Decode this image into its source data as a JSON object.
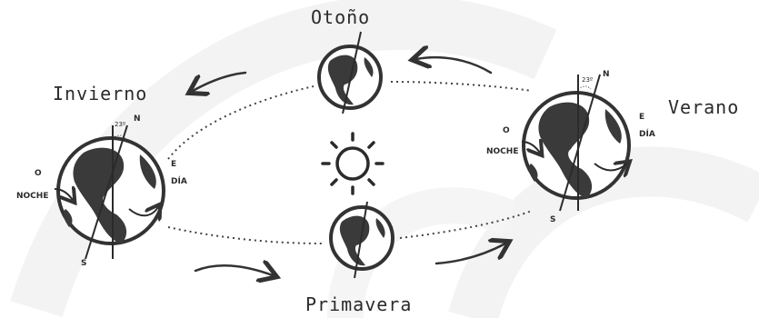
{
  "seasons": {
    "autumn": "Otoño",
    "winter": "Invierno",
    "summer": "Verano",
    "spring": "Primavera"
  },
  "winter_globe": {
    "night_letter": "O",
    "night_word": "NOCHE",
    "day_letter": "E",
    "day_word": "DÍA",
    "north": "N",
    "south": "S",
    "tilt": "23º"
  },
  "summer_globe": {
    "night_letter": "O",
    "night_word": "NOCHE",
    "day_letter": "E",
    "day_word": "DÍA",
    "north": "N",
    "south": "S",
    "tilt": "23º"
  },
  "colors": {
    "ink": "#2b2b2b",
    "background_watermark": "#f3f3f3"
  },
  "icons": [
    "sun-icon",
    "globe-icon",
    "orbit-arrow-icon"
  ]
}
